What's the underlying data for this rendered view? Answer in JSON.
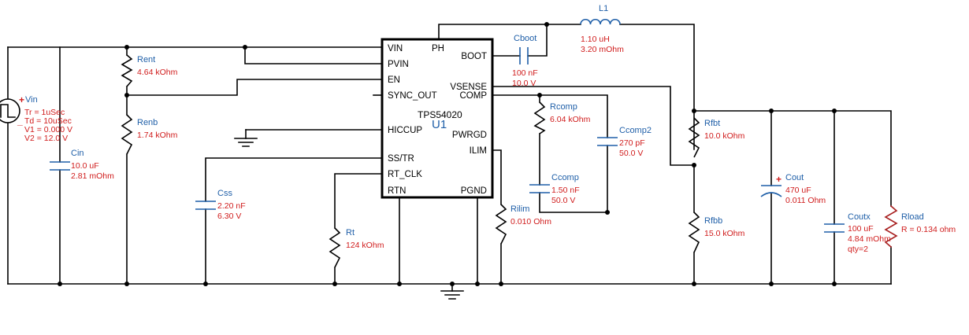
{
  "ic": {
    "ref": "U1",
    "part": "TPS54020",
    "pins_left": [
      "VIN",
      "PVIN",
      "EN",
      "SYNC_OUT",
      "HICCUP",
      "SS/TR",
      "RT_CLK",
      "RTN"
    ],
    "pins_right": [
      "PH",
      "BOOT",
      "VSENSE",
      "COMP",
      "PWRGD",
      "ILIM",
      "PGND"
    ]
  },
  "components": {
    "vin": {
      "ref": "Vin",
      "lines": [
        "Tr = 1uSec",
        "Td = 10uSec",
        "V1 = 0.000 V",
        "V2 = 12.0 V"
      ],
      "plus": "+",
      "minus": "_"
    },
    "cin": {
      "ref": "Cin",
      "lines": [
        "10.0 uF",
        "2.81 mOhm"
      ]
    },
    "rent": {
      "ref": "Rent",
      "lines": [
        "4.64 kOhm"
      ]
    },
    "renb": {
      "ref": "Renb",
      "lines": [
        "1.74 kOhm"
      ]
    },
    "css": {
      "ref": "Css",
      "lines": [
        "2.20 nF",
        "6.30 V"
      ]
    },
    "rt": {
      "ref": "Rt",
      "lines": [
        "124 kOhm"
      ]
    },
    "cboot": {
      "ref": "Cboot",
      "lines": [
        "100 nF",
        "10.0 V"
      ]
    },
    "l1": {
      "ref": "L1",
      "lines": [
        "1.10 uH",
        "3.20 mOhm"
      ]
    },
    "rcomp": {
      "ref": "Rcomp",
      "lines": [
        "6.04 kOhm"
      ]
    },
    "ccomp": {
      "ref": "Ccomp",
      "lines": [
        "1.50 nF",
        "50.0 V"
      ]
    },
    "ccomp2": {
      "ref": "Ccomp2",
      "lines": [
        "270 pF",
        "50.0 V"
      ]
    },
    "rilim": {
      "ref": "Rilim",
      "lines": [
        "0.010 Ohm"
      ]
    },
    "rfbt": {
      "ref": "Rfbt",
      "lines": [
        "10.0 kOhm"
      ]
    },
    "rfbb": {
      "ref": "Rfbb",
      "lines": [
        "15.0 kOhm"
      ]
    },
    "cout": {
      "ref": "Cout",
      "lines": [
        "470 uF",
        "0.011 Ohm"
      ],
      "plus": "+"
    },
    "coutx": {
      "ref": "Coutx",
      "lines": [
        "100 uF",
        "4.84 mOhm",
        "qty=2"
      ]
    },
    "rload": {
      "ref": "Rload",
      "lines": [
        "R = 0.134 ohm"
      ]
    }
  },
  "colors": {
    "wire": "#000000",
    "ref_text": "#1f5fa8",
    "value_text": "#d01c1c",
    "capacitor": "#1f5fa8"
  }
}
